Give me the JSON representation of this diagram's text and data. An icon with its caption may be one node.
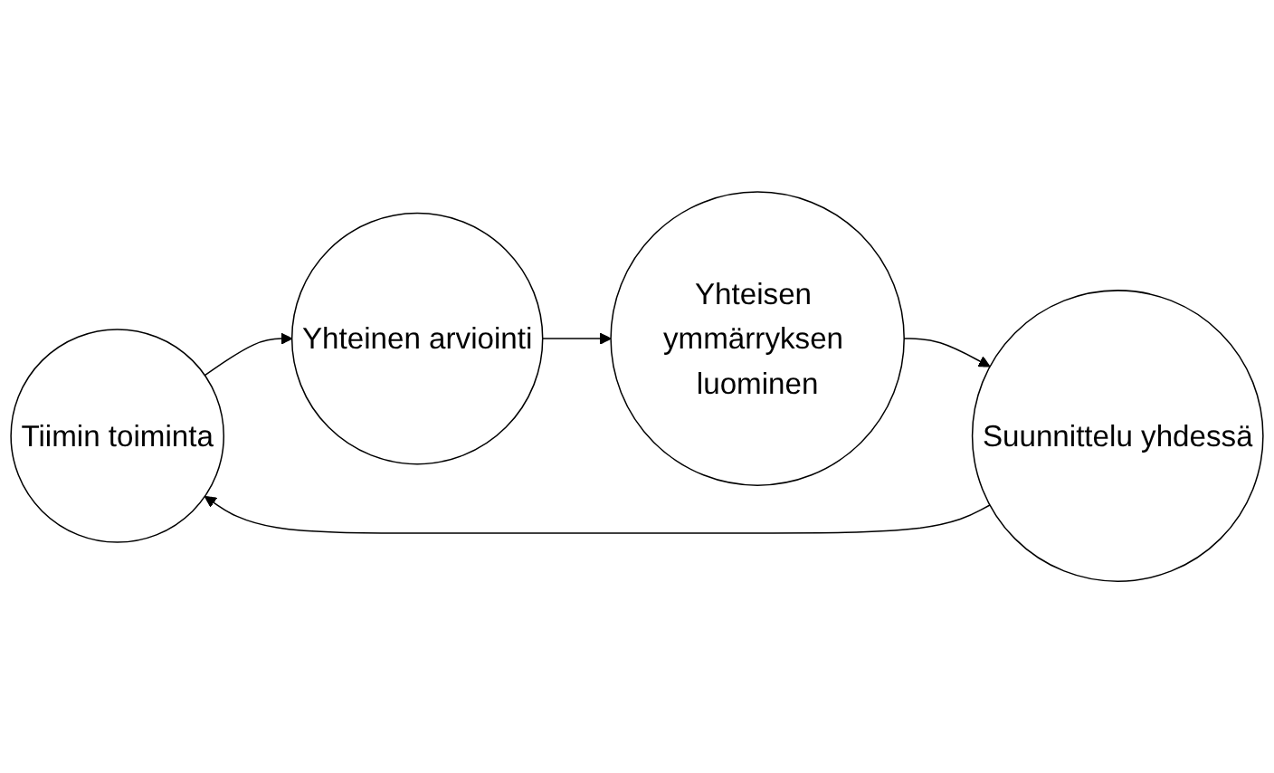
{
  "diagram": {
    "nodes": [
      {
        "text": [
          "Tiimin toiminta"
        ]
      },
      {
        "text": [
          "Yhteinen arviointi"
        ]
      },
      {
        "text": [
          "Yhteisen ymmärryksen luominen"
        ]
      },
      {
        "text": [
          "Suunnittelu yhdessä"
        ]
      }
    ],
    "edges": [
      {
        "from": 0,
        "to": 1,
        "arrow": "to"
      },
      {
        "from": 1,
        "to": 2,
        "arrow": "to"
      },
      {
        "from": 2,
        "to": 3,
        "arrow": "to"
      },
      {
        "from": 3,
        "to": 0,
        "arrow": "to"
      }
    ]
  }
}
